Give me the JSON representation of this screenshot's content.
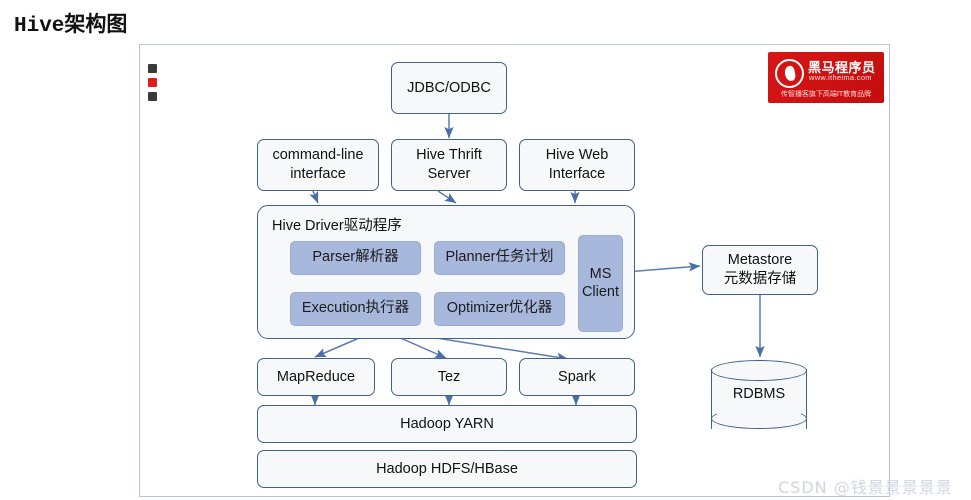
{
  "page": {
    "title_en": "Hive",
    "title_cn": "架构图",
    "watermark": "CSDN @钱景景景景景"
  },
  "logo": {
    "brand": "黑马程序员",
    "site": "www.itheima.com",
    "slogan": "传智播客旗下高端IT教育品牌",
    "color": "#cf1111",
    "icon": "horse-head-in-circle-icon"
  },
  "bullet_marks": {
    "colors": [
      "#3a3a3a",
      "#e01b1b",
      "#3a3a3a"
    ]
  },
  "colors": {
    "node_border": "#41628d",
    "node_fill": "#f7f8f9",
    "component_fill": "#a8b8dd",
    "arrow": "#5b7cb0",
    "frame_border": "#b9c4d6"
  },
  "diagram": {
    "type": "architecture-block-diagram",
    "nodes": {
      "jdbc": {
        "label": "JDBC/ODBC"
      },
      "cli": {
        "line1": "command-line",
        "line2": "interface"
      },
      "thrift": {
        "line1": "Hive Thrift",
        "line2": "Server"
      },
      "webui": {
        "line1": "Hive Web",
        "line2": "Interface"
      },
      "driver": {
        "label": "Hive Driver驱动程序"
      },
      "parser": {
        "label": "Parser解析器"
      },
      "planner": {
        "label": "Planner任务计划"
      },
      "execution": {
        "label": "Execution执行器"
      },
      "optimizer": {
        "label": "Optimizer优化器"
      },
      "ms_client": {
        "line1": "MS",
        "line2": "Client"
      },
      "metastore": {
        "line1": "Metastore",
        "line2": "元数据存储"
      },
      "rdbms": {
        "label": "RDBMS"
      },
      "mapreduce": {
        "label": "MapReduce"
      },
      "tez": {
        "label": "Tez"
      },
      "spark": {
        "label": "Spark"
      },
      "yarn": {
        "label": "Hadoop YARN"
      },
      "hdfs": {
        "label": "Hadoop HDFS/HBase"
      }
    },
    "edges": [
      {
        "from": "jdbc",
        "to": "thrift"
      },
      {
        "from": "cli",
        "to": "driver"
      },
      {
        "from": "thrift",
        "to": "driver"
      },
      {
        "from": "webui",
        "to": "driver"
      },
      {
        "from": "ms_client",
        "to": "metastore"
      },
      {
        "from": "metastore",
        "to": "rdbms"
      },
      {
        "from": "execution",
        "to": "mapreduce"
      },
      {
        "from": "execution",
        "to": "tez"
      },
      {
        "from": "execution",
        "to": "spark"
      },
      {
        "from": "mapreduce",
        "to": "yarn"
      },
      {
        "from": "tez",
        "to": "yarn"
      },
      {
        "from": "spark",
        "to": "yarn"
      }
    ]
  }
}
